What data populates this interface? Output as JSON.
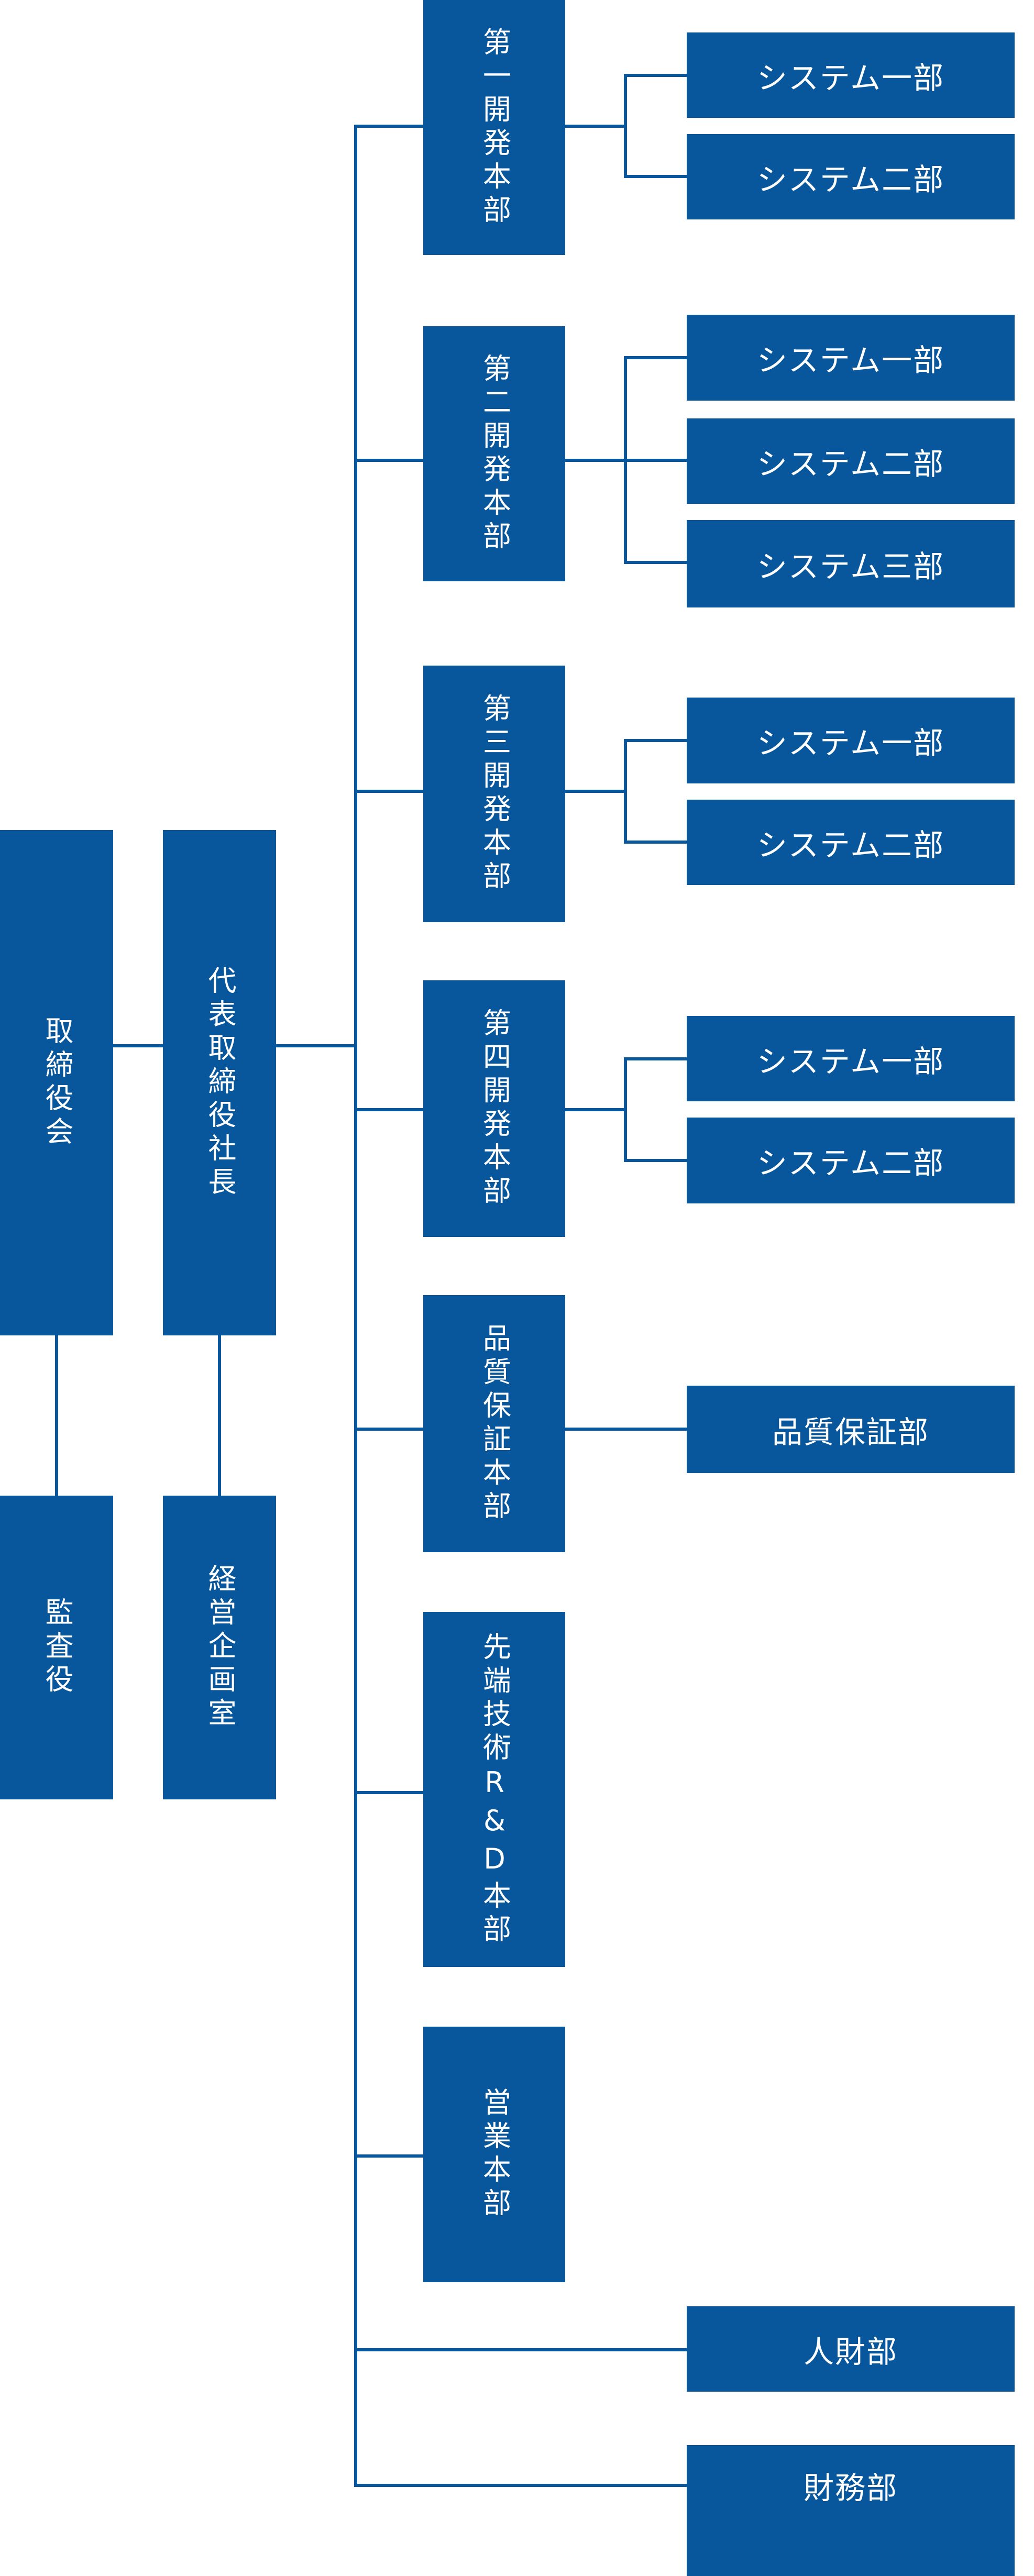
{
  "title": "組織図",
  "colors": {
    "box": "#08569b",
    "line": "#08569b",
    "text": "#ffffff"
  },
  "board": {
    "label": "取締役会"
  },
  "auditor": {
    "label": "監査役"
  },
  "president": {
    "label": "代表取締役社長"
  },
  "planning": {
    "label": "経営企画室"
  },
  "divisions": [
    {
      "label": "第一開発本部",
      "departments": [
        "システム一部",
        "システム二部"
      ]
    },
    {
      "label": "第二開発本部",
      "departments": [
        "システム一部",
        "システム二部",
        "システム三部"
      ]
    },
    {
      "label": "第三開発本部",
      "departments": [
        "システム一部",
        "システム二部"
      ]
    },
    {
      "label": "第四開発本部",
      "departments": [
        "システム一部",
        "システム二部"
      ]
    },
    {
      "label": "品質保証本部",
      "departments": [
        "品質保証部"
      ]
    },
    {
      "label": "先端技術R&D本部",
      "departments": []
    },
    {
      "label": "営業本部",
      "departments": []
    }
  ],
  "direct_departments": [
    "人財部",
    "財務部"
  ]
}
